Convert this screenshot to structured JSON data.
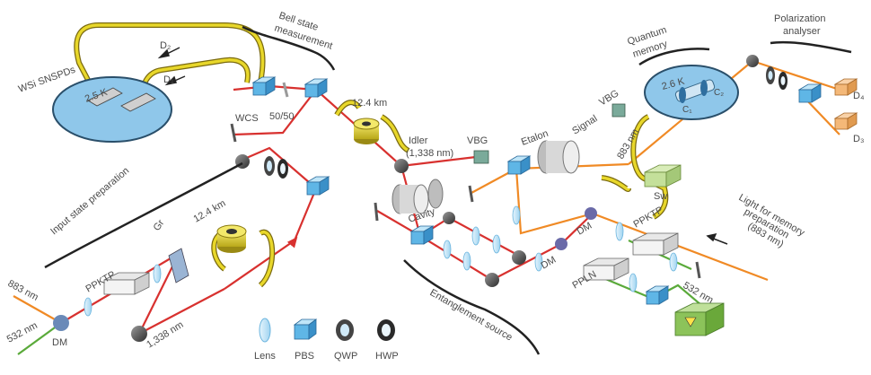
{
  "title": "",
  "colors": {
    "red_beam": "#d8312f",
    "orange_beam": "#f08a25",
    "green_beam": "#5aaa3a",
    "fiber_yellow": "#e8d72a",
    "pbs_blue": "#5fb6e6",
    "lens_blue": "#bfe3f7",
    "cryostat_blue": "#8fc7ea"
  },
  "labels": {
    "detector_d2": "D₂",
    "detector_d1": "D₁",
    "snspd": "WSi SNSPDs",
    "temp_left": "2.5 K",
    "bell_state": "Bell state\nmeasurement",
    "wcs": "WCS",
    "beamsplitter": "50/50",
    "fiber_top": "12.4 km",
    "idler": "Idler\n(1,338 nm)",
    "vbg_left": "VBG",
    "cavity": "Cavity",
    "etalon": "Etalon",
    "signal": "Signal",
    "vbg_right": "VBG",
    "wavelength_883_right": "883 nm",
    "quantum_memory": "Quantum\nmemory",
    "temp_right": "2.6 K",
    "c1": "C₁",
    "c2": "C₂",
    "polarization_analyser": "Polarization\nanalyser",
    "detector_d4": "D₄",
    "detector_d3": "D₃",
    "switch": "Sw",
    "light_memory": "Light for memory\npreparation\n(883 nm)",
    "ppktp_right": "PPKTP",
    "dm_upper": "DM",
    "dm_lower": "DM",
    "ppln": "PPLN",
    "wavelength_532_right": "532 nm",
    "entanglement_source": "Entanglement source",
    "input_state_prep": "Input state preparation",
    "fiber_left": "12.4 km",
    "grating": "Gr",
    "ppktp_left": "PPKTP",
    "wavelength_883_left": "883 nm",
    "wavelength_532_left": "532 nm",
    "dm_left": "DM",
    "wavelength_1338": "1,338 nm"
  },
  "legend": [
    {
      "label": "Lens",
      "icon": "lens-icon"
    },
    {
      "label": "PBS",
      "icon": "pbs-icon"
    },
    {
      "label": "QWP",
      "icon": "qwp-icon"
    },
    {
      "label": "HWP",
      "icon": "hwp-icon"
    }
  ]
}
